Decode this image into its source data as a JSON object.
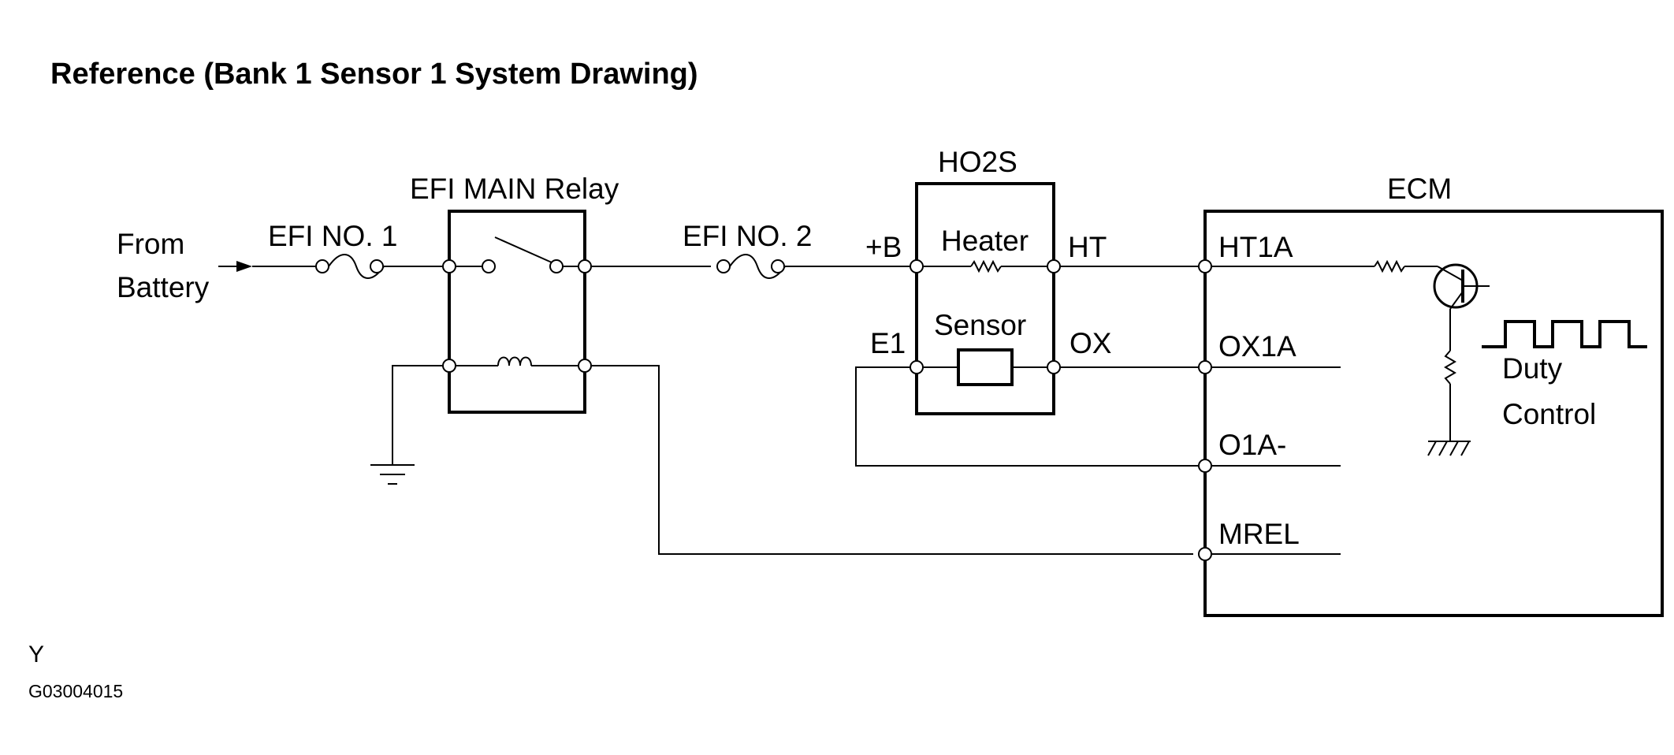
{
  "title": "Reference (Bank 1 Sensor 1 System Drawing)",
  "source": {
    "line1": "From",
    "line2": "Battery"
  },
  "fuses": {
    "efi_no1": "EFI NO. 1",
    "efi_no2": "EFI NO. 2"
  },
  "relay": {
    "label": "EFI MAIN Relay"
  },
  "ho2s": {
    "label": "HO2S",
    "heater": "Heater",
    "sensor": "Sensor",
    "pins": {
      "plus_b": "+B",
      "ht": "HT",
      "e1": "E1",
      "ox": "OX"
    }
  },
  "ecm": {
    "label": "ECM",
    "pins": {
      "ht1a": "HT1A",
      "ox1a": "OX1A",
      "o1a_minus": "O1A-",
      "mrel": "MREL"
    },
    "duty_line1": "Duty",
    "duty_line2": "Control"
  },
  "footer": {
    "code": "Y",
    "figure_id": "G03004015"
  }
}
